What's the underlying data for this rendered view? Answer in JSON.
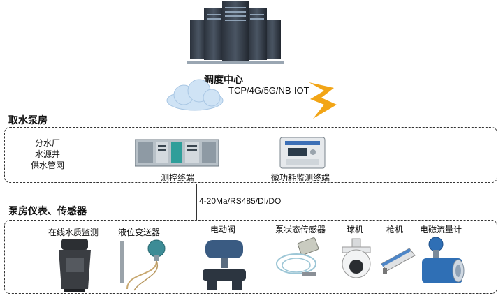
{
  "header": {
    "center_title": "调度中心",
    "protocol": "TCP/4G/5G/NB-IOT"
  },
  "pump_room": {
    "title": "取水泵房",
    "sources": [
      "分水厂",
      "水源井",
      "供水管网"
    ],
    "devices": [
      {
        "label": "测控终端",
        "icon": "plc-terminal-icon"
      },
      {
        "label": "微功耗监测终端",
        "icon": "low-power-terminal-icon"
      }
    ]
  },
  "link": {
    "interface": "4-20Ma/RS485/DI/DO"
  },
  "instruments": {
    "title": "泵房仪表、传感器",
    "items": [
      {
        "label": "在线水质监测",
        "icon": "water-quality-monitor-icon"
      },
      {
        "label": "液位变送器",
        "icon": "level-transmitter-icon"
      },
      {
        "label": "电动阀",
        "icon": "electric-valve-icon"
      },
      {
        "label": "泵状态传感器",
        "icon": "pump-sensor-icon"
      },
      {
        "label": "球机",
        "icon": "dome-camera-icon"
      },
      {
        "label": "枪机",
        "icon": "bullet-camera-icon"
      },
      {
        "label": "电磁流量计",
        "icon": "flowmeter-icon"
      }
    ]
  },
  "colors": {
    "server": "#3a4452",
    "cloud": "#cfe3f5",
    "lightning": "#f2a516",
    "box_border": "#333333"
  }
}
